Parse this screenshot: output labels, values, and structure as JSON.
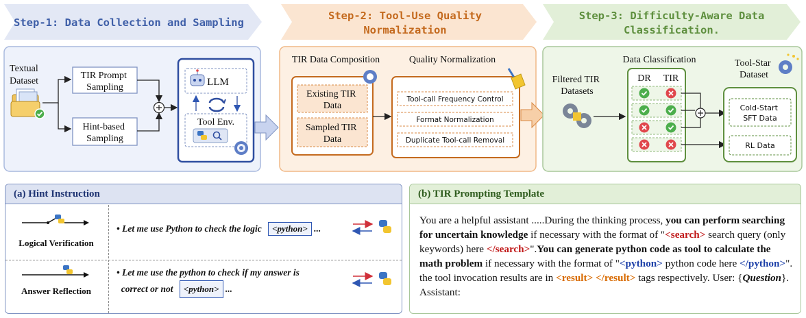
{
  "steps": [
    {
      "title": "Step-1: Data Collection and Sampling"
    },
    {
      "title_line1": "Step-2: Tool-Use Quality",
      "title_line2": "Normalization"
    },
    {
      "title_line1": "Step-3: Difficulty-Aware Data",
      "title_line2": "Classification."
    }
  ],
  "step1": {
    "textual_dataset": [
      "Textual",
      "Dataset"
    ],
    "tir_prompt_sampling": [
      "TIR Prompt",
      "Sampling"
    ],
    "hint_based_sampling": [
      "Hint-based",
      "Sampling"
    ],
    "llm": "LLM",
    "tool_env": "Tool Env."
  },
  "step2": {
    "composition_title": "TIR Data Composition",
    "normalization_title": "Quality Normalization",
    "existing": [
      "Existing TIR",
      "Data"
    ],
    "sampled": [
      "Sampled TIR",
      "Data"
    ],
    "controls": [
      "Tool-call Frequency Control",
      "Format Normalization",
      "Duplicate Tool-call Removal"
    ]
  },
  "step3": {
    "filtered": [
      "Filtered TIR",
      "Datasets"
    ],
    "classification_title": "Data Classification",
    "col_dr": "DR",
    "col_tir": "TIR",
    "rows": [
      {
        "dr": "check",
        "tir": "cross"
      },
      {
        "dr": "check",
        "tir": "check"
      },
      {
        "dr": "cross",
        "tir": "check"
      },
      {
        "dr": "cross",
        "tir": "cross"
      }
    ],
    "toolstar": [
      "Tool-Star",
      "Dataset"
    ],
    "cold_start": [
      "Cold-Start",
      "SFT Data"
    ],
    "rl_data": "RL Data"
  },
  "hint": {
    "header": "(a) Hint Instruction",
    "rows": [
      {
        "label": "Logical Verification",
        "text": "Let me use Python to check the logic",
        "tag": "<python>",
        "ellipsis": "..."
      },
      {
        "label": "Answer Reflection",
        "text_line1": "Let me use the python to check if my answer is",
        "text_line2": "correct or not",
        "tag": "<python>",
        "ellipsis": "..."
      }
    ]
  },
  "template": {
    "header": "(b) TIR Prompting Template",
    "p1": "You are a helpful assistant .....During the thinking process, ",
    "b1": "you can perform searching for uncertain knowledge",
    "p2": " if necessary with the format of \"",
    "t_search_open": "<search>",
    "p3": " search query (only keywords) here ",
    "t_search_close": "</search>",
    "p4": "\".",
    "b2": "You can generate python code as tool to calculate the math problem",
    "p5": " if necessary with the format of \"",
    "t_py_open": "<python>",
    "p6": " python code here ",
    "t_py_close": "</python>",
    "p7": "\". the tool invocation results are in ",
    "t_result": "<result> </result>",
    "p8": " tags respectively. User: {",
    "q": "Question",
    "p9": "}. Assistant:"
  },
  "colors": {
    "step1": "#3f5fa8",
    "step2": "#c46a1e",
    "step3": "#5e8f3e",
    "check": "#4cae4c",
    "cross": "#e0474c"
  }
}
